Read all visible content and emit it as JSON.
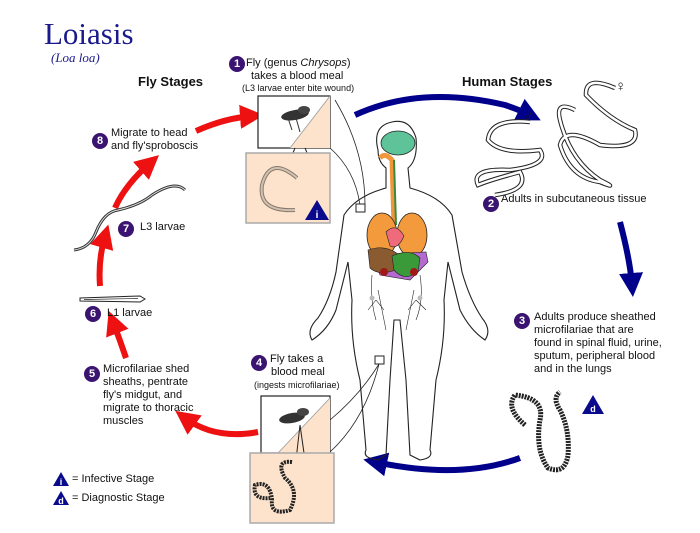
{
  "title": "Loiasis",
  "subtitle": "(Loa loa)",
  "sections": {
    "fly": "Fly Stages",
    "human": "Human Stages"
  },
  "steps": [
    {
      "n": "1",
      "line1_pre": "Fly (genus ",
      "line1_italic": "Chrysops",
      "line1_post": ")",
      "line2": "takes a blood meal",
      "note": "(L3 larvae enter bite wound)"
    },
    {
      "n": "2",
      "text": "Adults in subcutaneous tissue"
    },
    {
      "n": "3",
      "lines": [
        "Adults produce sheathed",
        "microfilariae that are",
        "found in spinal fluid, urine,",
        "sputum, peripheral blood",
        "and in the lungs"
      ]
    },
    {
      "n": "4",
      "line1": "Fly takes a",
      "line2": "blood meal",
      "note": "(ingests microfilariae)"
    },
    {
      "n": "5",
      "lines": [
        "Microfilariae shed",
        "sheaths, pentrate",
        "fly's midgut, and",
        "migrate to thoracic",
        "muscles"
      ]
    },
    {
      "n": "6",
      "text": "L1 larvae"
    },
    {
      "n": "7",
      "text": "L3 larvae"
    },
    {
      "n": "8",
      "lines": [
        "Migrate to head",
        "and fly'sproboscis"
      ]
    }
  ],
  "sex_symbols": {
    "male": "♂",
    "female": "♀"
  },
  "stage_markers": {
    "infective": "i",
    "diagnostic": "d"
  },
  "legend": [
    {
      "symbol": "i",
      "label": "= Infective Stage"
    },
    {
      "symbol": "d",
      "label": "= Diagnostic Stage"
    }
  ],
  "colors": {
    "title": "#1a1a8c",
    "badge": "#3a1470",
    "fly_arrow": "#ee1111",
    "human_arrow": "#00008b",
    "inset_fill": "#fde3cc",
    "marker": "#0a0a8c"
  }
}
